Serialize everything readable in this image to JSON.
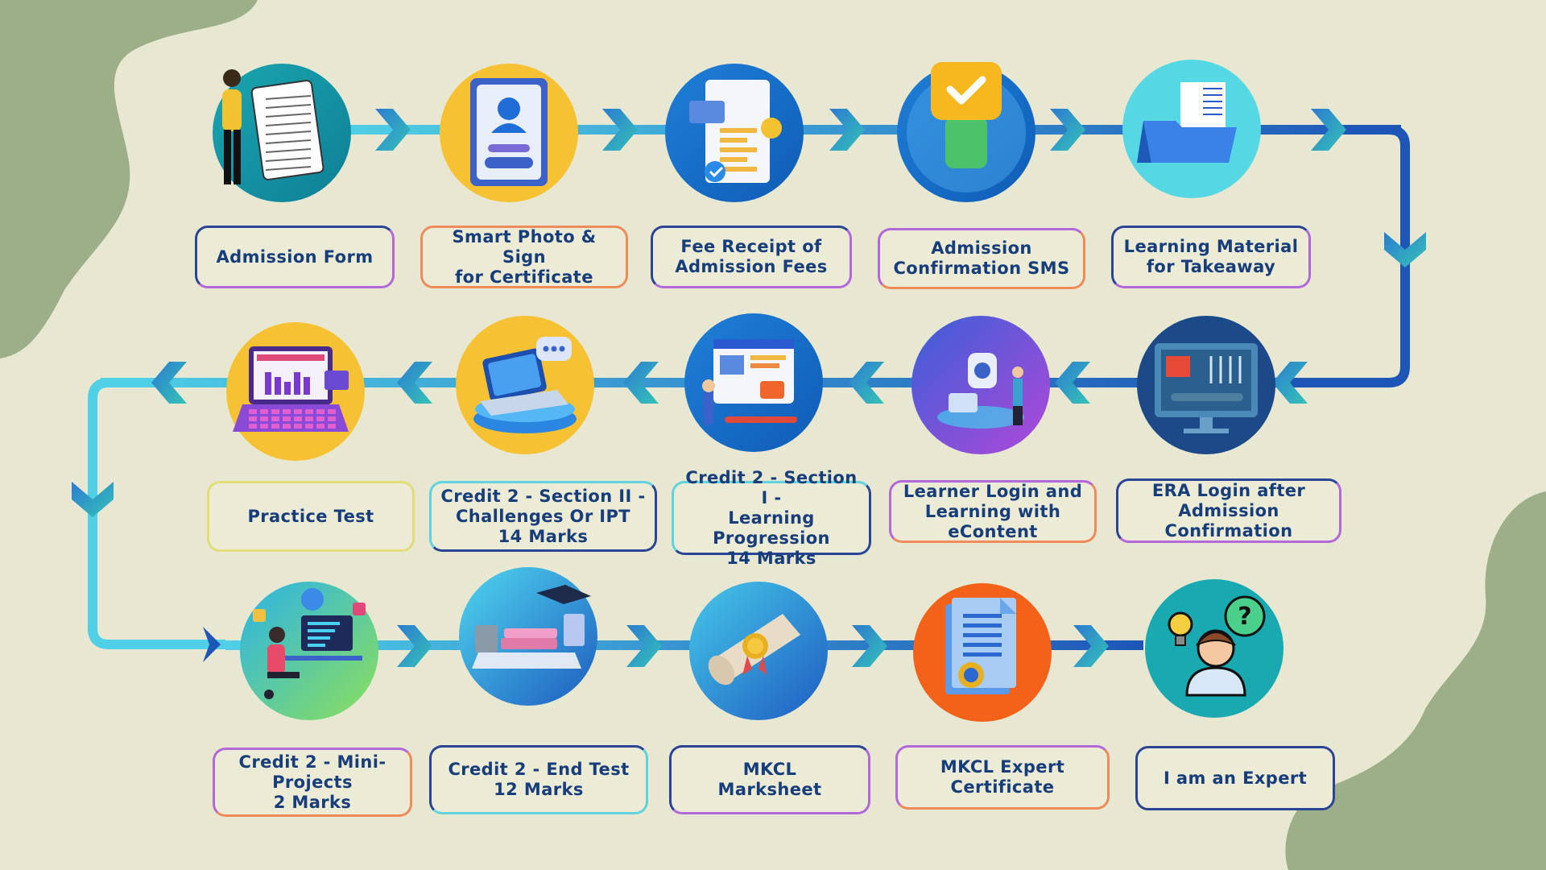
{
  "steps": [
    {
      "label": "Admission Form",
      "icon": "admission-form-icon"
    },
    {
      "label": "Smart Photo & Sign\nfor Certificate",
      "icon": "id-card-icon"
    },
    {
      "label": "Fee Receipt of\nAdmission Fees",
      "icon": "receipt-icon"
    },
    {
      "label": "Admission\nConfirmation SMS",
      "icon": "sms-check-icon"
    },
    {
      "label": "Learning Material\nfor Takeaway",
      "icon": "folder-icon"
    },
    {
      "label": "ERA Login after\nAdmission Confirmation",
      "icon": "monitor-icon"
    },
    {
      "label": "Learner Login and\nLearning with eContent",
      "icon": "econtent-icon"
    },
    {
      "label": "Credit 2 - Section I -\nLearning Progression\n14 Marks",
      "icon": "progress-screen-icon"
    },
    {
      "label": "Credit 2 - Section II -\nChallenges Or IPT\n14 Marks",
      "icon": "laptop-chat-icon"
    },
    {
      "label": "Practice Test",
      "icon": "laptop-chart-icon"
    },
    {
      "label": "Credit 2 - Mini-\nProjects\n2 Marks",
      "icon": "developer-desk-icon"
    },
    {
      "label": "Credit 2 - End Test\n12 Marks",
      "icon": "study-desk-icon"
    },
    {
      "label": "MKCL\nMarksheet",
      "icon": "scroll-icon"
    },
    {
      "label": "MKCL Expert\nCertificate",
      "icon": "certificate-icon"
    },
    {
      "label": "I am an Expert",
      "icon": "expert-icon"
    }
  ],
  "colors": {
    "background": "#e8e8d2",
    "blob": "#9caf88",
    "flow_line": "#3fc3e0",
    "flow_dark": "#1e56b8",
    "label_text": "#173d7a"
  }
}
